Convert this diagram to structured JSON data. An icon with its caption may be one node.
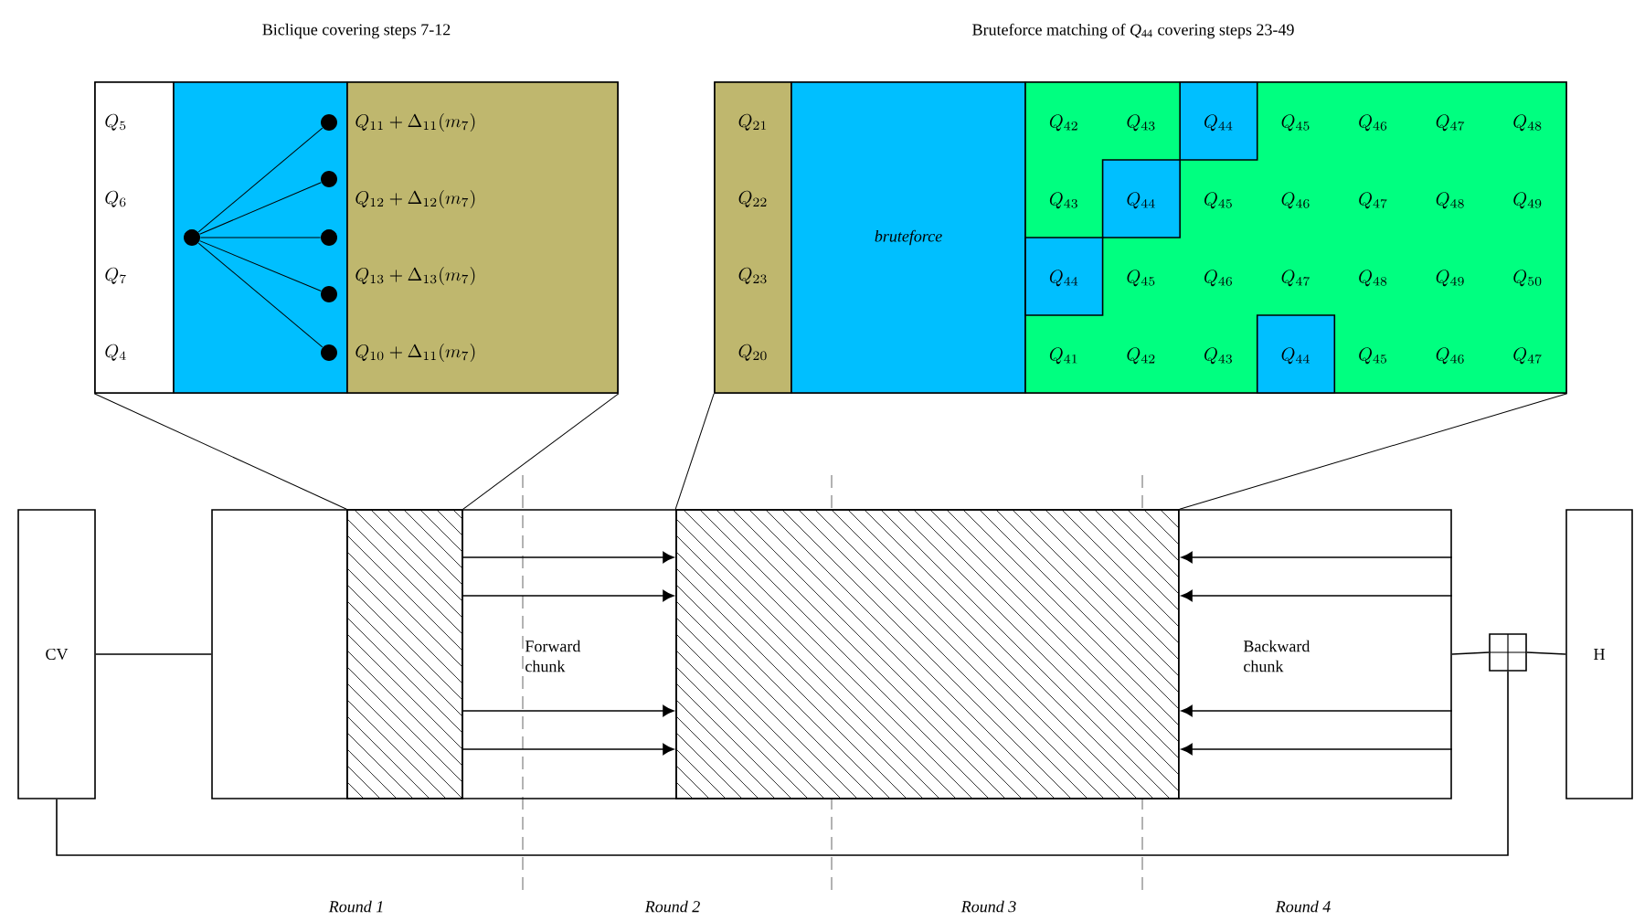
{
  "diagram": {
    "nodes": [
      {
        "text": [
          "Biclique covering steps 7-12"
        ]
      },
      {
        "text": [
          "Q_{5}",
          "Q_{6}",
          "Q_{7}",
          "Q_{4}"
        ],
        "in": 0
      },
      {
        "text": [],
        "shape": "box",
        "in": 0
      },
      {
        "text": [],
        "shape": "circle",
        "in": 2
      },
      {
        "text": [],
        "shape": "circle",
        "in": 2
      },
      {
        "text": [],
        "shape": "circle",
        "in": 2
      },
      {
        "text": [],
        "shape": "circle",
        "in": 2
      },
      {
        "text": [],
        "shape": "circle",
        "in": 2
      },
      {
        "text": [],
        "shape": "circle",
        "in": 2
      },
      {
        "text": [
          "Q_{11}+\\Delta_{11}(m_{7})",
          "Q_{12}+\\Delta_{12}(m_{7})",
          "Q_{13}+\\Delta_{13}(m_{7})",
          "Q_{10}+\\Delta_{11}(m_{7})"
        ],
        "in": 0
      },
      {
        "text": [
          "Bruteforce matching of *Q*$_{44}$ covering steps 23-49"
        ]
      },
      {
        "text": [
          "Q_{21}",
          "Q_{22}",
          "Q_{23}",
          "Q_{20}"
        ],
        "in": 10
      },
      {
        "text": [
          "bruteforce"
        ],
        "in": 10
      },
      {
        "text": [
          "Q_{42}",
          "Q_{43}",
          "Q_{45}",
          "Q_{46}",
          "Q_{47}",
          "Q_{48}",
          "Q_{43}",
          "Q_{45}",
          "Q_{46}",
          "Q_{47}",
          "Q_{48}",
          "Q_{49}",
          "Q_{45}",
          "Q_{46}",
          "Q_{47}",
          "Q_{48}",
          "Q_{49}",
          "Q_{50}",
          "Q_{41}",
          "Q_{42}",
          "Q_{43}",
          "Q_{45}",
          "Q_{46}",
          "Q_{47}"
        ],
        "in": 10
      },
      {
        "text": [
          "Q_{44}"
        ],
        "in": 13
      },
      {
        "text": [
          "Q_{44}"
        ],
        "in": 13
      },
      {
        "text": [
          "Q_{44}"
        ],
        "in": 13
      },
      {
        "text": [
          "Q_{44}"
        ],
        "in": 13
      },
      {
        "text": [
          "CV"
        ]
      },
      {
        "text": [],
        "shape": "box"
      },
      {
        "text": [],
        "shape": "box"
      },
      {
        "text": [
          "Forward chunk"
        ]
      },
      {
        "text": [],
        "shape": "box"
      },
      {
        "text": [
          "Backward chunk"
        ]
      },
      {
        "text": [],
        "shape": "box"
      },
      {
        "text": [
          "H"
        ]
      }
    ],
    "edges": [
      {
        "from": 3,
        "to": 4,
        "arrow": "none"
      },
      {
        "from": 3,
        "to": 5,
        "arrow": "none"
      },
      {
        "from": 3,
        "to": 6,
        "arrow": "none"
      },
      {
        "from": 3,
        "to": 7,
        "arrow": "none"
      },
      {
        "from": 3,
        "to": 8,
        "arrow": "none"
      },
      {
        "from": 0,
        "to": 20,
        "arrow": "none"
      },
      {
        "from": 0,
        "to": 20,
        "arrow": "none"
      },
      {
        "from": 10,
        "to": 22,
        "arrow": "none"
      },
      {
        "from": 10,
        "to": 22,
        "arrow": "none"
      },
      {
        "from": 20,
        "to": 22,
        "arrow": "to"
      },
      {
        "from": 20,
        "to": 22,
        "arrow": "to"
      },
      {
        "from": 20,
        "to": 22,
        "arrow": "to"
      },
      {
        "from": 20,
        "to": 22,
        "arrow": "to"
      },
      {
        "from": 23,
        "to": 22,
        "arrow": "to"
      },
      {
        "from": 23,
        "to": 22,
        "arrow": "to"
      },
      {
        "from": 23,
        "to": 22,
        "arrow": "to"
      },
      {
        "from": 23,
        "to": 22,
        "arrow": "to"
      },
      {
        "from": 18,
        "to": 19,
        "arrow": "none"
      },
      {
        "from": 23,
        "to": 24,
        "arrow": "none"
      },
      {
        "from": 24,
        "to": 25,
        "arrow": "none"
      },
      {
        "from": 18,
        "to": 24,
        "arrow": "none"
      }
    ],
    "labels": [
      "Round 1",
      "Round 2",
      "Round 3",
      "Round 4"
    ]
  }
}
